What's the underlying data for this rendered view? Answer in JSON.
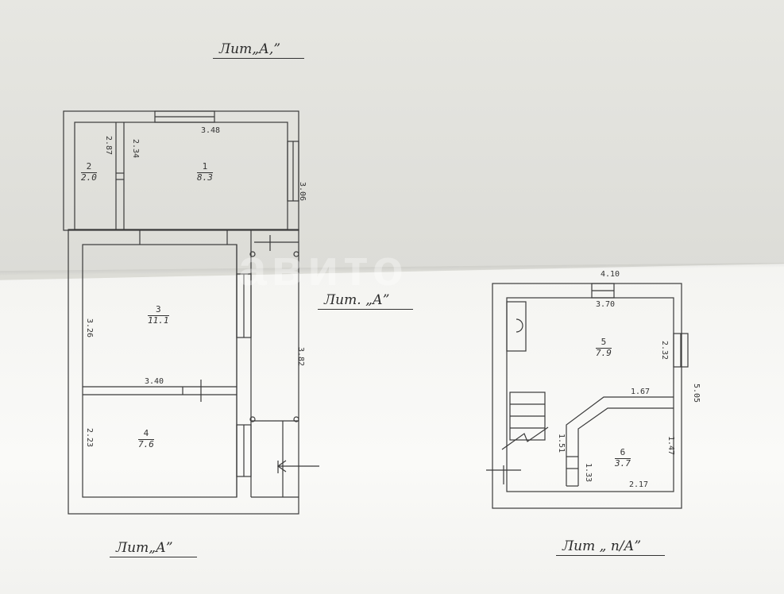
{
  "titles": {
    "top_left": "Лит„А,”",
    "middle": "Лит. „А”",
    "bottom_left": "Лит„А”",
    "bottom_right": "Лит „ п/А”"
  },
  "rooms": [
    {
      "number": "1",
      "area": "8.3"
    },
    {
      "number": "2",
      "area": "2.0"
    },
    {
      "number": "3",
      "area": "11.1"
    },
    {
      "number": "4",
      "area": "7.6"
    },
    {
      "number": "5",
      "area": "7.9"
    },
    {
      "number": "6",
      "area": "3.7"
    }
  ],
  "dimensions": {
    "r1_width": "3.48",
    "r1_height": "3.06",
    "r2_a": "2.87",
    "r2_b": "2.34",
    "r3_height": "3.26",
    "r3_width": "3.40",
    "r4_height": "2.23",
    "main_side": "3.82",
    "annex_outer": "4.10",
    "annex_inner": "3.70",
    "annex_side": "5.05",
    "r5_side": "2.32",
    "r6_top": "1.67",
    "r6_left": "1.51",
    "r6_left2": "1.33",
    "r6_right": "1.47",
    "r6_bottom": "2.17"
  },
  "watermark": "авито"
}
